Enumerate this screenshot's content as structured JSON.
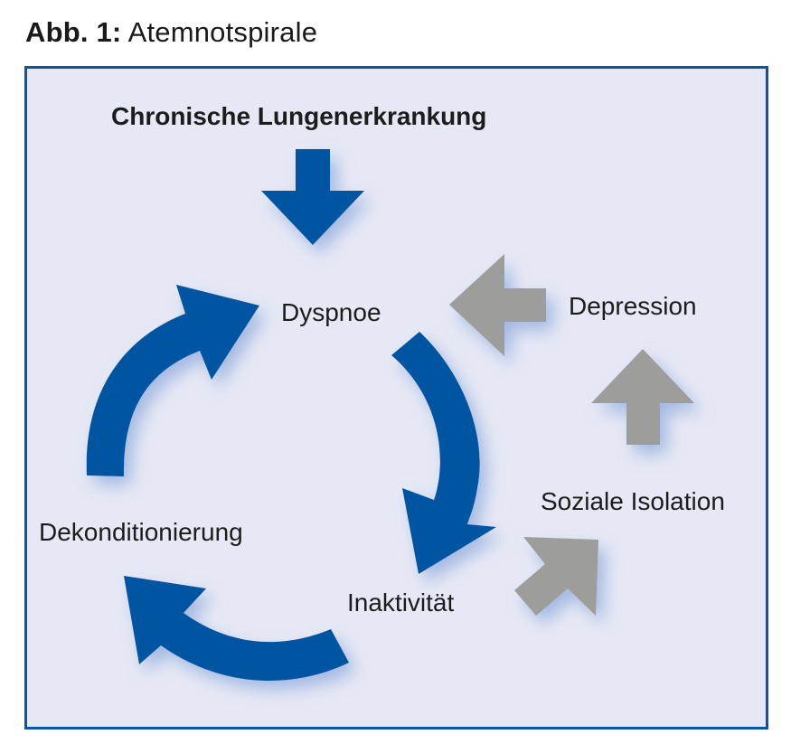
{
  "figure": {
    "label": "Abb. 1:",
    "title": "Atemnotspirale"
  },
  "colors": {
    "frame_border": "#0a56a5",
    "frame_background": "#e6e9f5",
    "primary_arrow": "#0054a2",
    "secondary_arrow": "#9d9d9b",
    "text": "#1c1c1c"
  },
  "nodes": {
    "cause": "Chronische Lungenerkrankung",
    "dyspnoe": "Dyspnoe",
    "inaktivitaet": "Inaktivität",
    "dekonditionierung": "Dekonditionierung",
    "soziale_isolation": "Soziale Isolation",
    "depression": "Depression"
  },
  "edges": [
    {
      "from": "Chronische Lungenerkrankung",
      "to": "Dyspnoe",
      "style": "primary"
    },
    {
      "from": "Dyspnoe",
      "to": "Inaktivität",
      "style": "primary"
    },
    {
      "from": "Inaktivität",
      "to": "Dekonditionierung",
      "style": "primary"
    },
    {
      "from": "Dekonditionierung",
      "to": "Dyspnoe",
      "style": "primary"
    },
    {
      "from": "Inaktivität",
      "to": "Soziale Isolation",
      "style": "secondary"
    },
    {
      "from": "Soziale Isolation",
      "to": "Depression",
      "style": "secondary"
    },
    {
      "from": "Depression",
      "to": "Dyspnoe",
      "style": "secondary"
    }
  ]
}
